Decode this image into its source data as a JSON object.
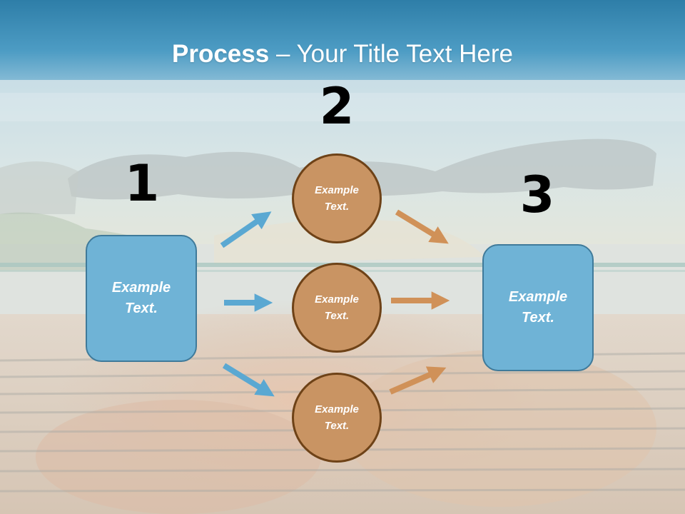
{
  "title": {
    "bold": "Process",
    "rest": " – Your Title Text Here"
  },
  "steps": {
    "step1": {
      "number": "1",
      "line1": "Example",
      "line2": "Text."
    },
    "step2": {
      "number": "2"
    },
    "step3": {
      "number": "3",
      "line1": "Example",
      "line2": "Text."
    }
  },
  "circles": [
    {
      "line1": "Example",
      "line2": "Text."
    },
    {
      "line1": "Example",
      "line2": "Text."
    },
    {
      "line1": "Example",
      "line2": "Text."
    }
  ],
  "colors": {
    "box_fill": "#6fb3d6",
    "circle_fill": "#c99463",
    "blue_arrow": "#5aa8d2",
    "orange_arrow": "#d09158"
  }
}
